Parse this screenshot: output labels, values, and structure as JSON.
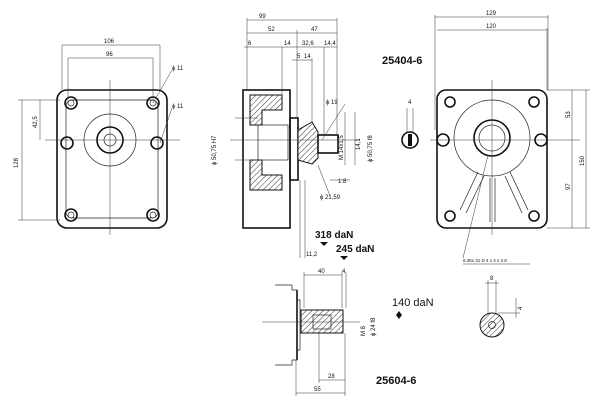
{
  "part_numbers": {
    "top": "25404-6",
    "bottom": "25604-6"
  },
  "front_view": {
    "width_outer": "106",
    "width_holes": "96",
    "hole_top": "ϕ 11",
    "hole_side": "ϕ 11",
    "height": "128",
    "offset": "42,5"
  },
  "side_view": {
    "overall": "99",
    "left_part": "52",
    "right_part": "47",
    "d1": "6",
    "d2": "14",
    "d3": "32,6",
    "d4": "14,4",
    "d5": "5",
    "d6": "14",
    "dia_bore": "ϕ 50,75 H7",
    "dia_19": "ϕ 19",
    "thread": "M 14x1,5",
    "key": "14,1",
    "dia_pilot": "ϕ 50,75 f8",
    "angle": "1:8",
    "dia_taper": "ϕ 21,59",
    "offset": "11,2"
  },
  "loads": {
    "radial_1": "318 daN",
    "radial_2": "245 daN",
    "radial_bottom": "140 daN"
  },
  "rear_view": {
    "width_outer": "129",
    "width_inner": "120",
    "upper": "53",
    "total": "150",
    "lower": "97",
    "key_width": "4",
    "spline_note": "6.35x 31 D 4 x 4 x 3 8"
  },
  "bottom_shaft": {
    "length_40": "40",
    "step_4": "4",
    "thread": "M 8",
    "dia": "ϕ 24 f8",
    "length_28": "28",
    "length_55": "55",
    "key_8": "8",
    "key_4": "4"
  }
}
